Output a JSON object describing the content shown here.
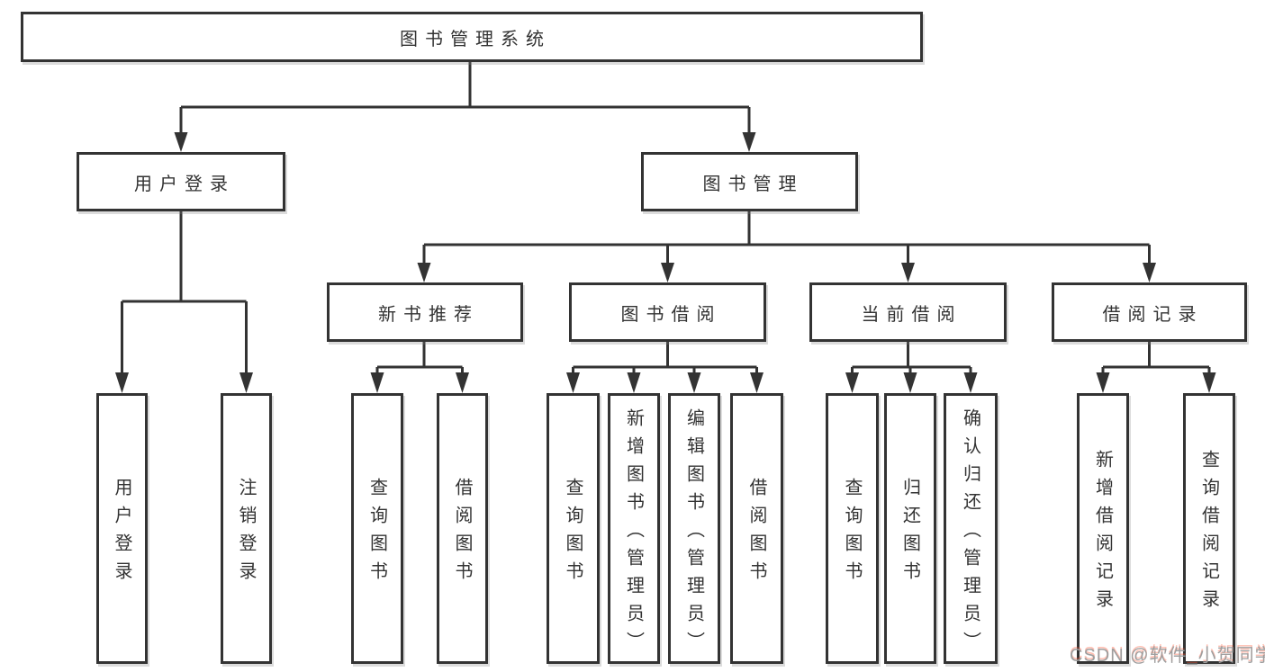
{
  "colors": {
    "line": "#333333",
    "text": "#333333",
    "bg": "#ffffff",
    "watermark": "#9e9e9e",
    "watermark-accent": "#fc5531"
  },
  "tree": {
    "label": "图书管理系统",
    "children": [
      {
        "label": "用户登录",
        "children": [
          {
            "label": "用户登录"
          },
          {
            "label": "注销登录"
          }
        ]
      },
      {
        "label": "图书管理",
        "children": [
          {
            "label": "新书推荐",
            "children": [
              {
                "label": "查询图书"
              },
              {
                "label": "借阅图书"
              }
            ]
          },
          {
            "label": "图书借阅",
            "children": [
              {
                "label": "查询图书"
              },
              {
                "label": "新增图书（管理员）"
              },
              {
                "label": "编辑图书（管理员）"
              },
              {
                "label": "借阅图书"
              }
            ]
          },
          {
            "label": "当前借阅",
            "children": [
              {
                "label": "查询图书"
              },
              {
                "label": "归还图书"
              },
              {
                "label": "确认归还（管理员）"
              }
            ]
          },
          {
            "label": "借阅记录",
            "children": [
              {
                "label": "新增借阅记录"
              },
              {
                "label": "查询借阅记录"
              }
            ]
          }
        ]
      }
    ]
  },
  "watermark": {
    "text": "CSDN @软件_小贺同学"
  }
}
